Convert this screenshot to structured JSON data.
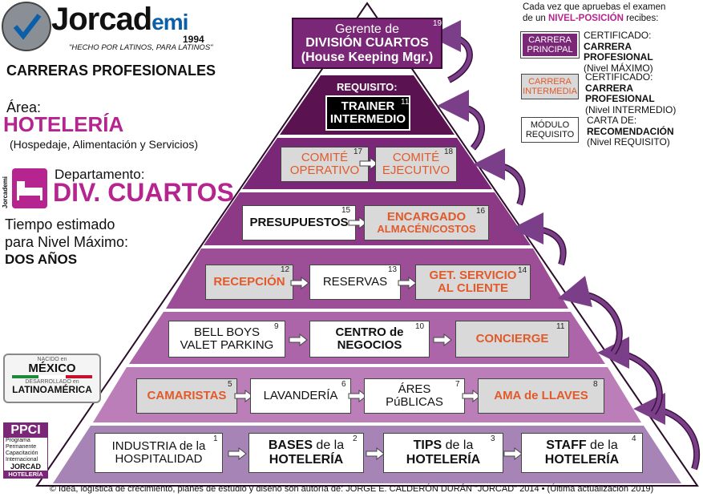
{
  "brand": {
    "name_main": "Jorcad",
    "name_suffix": "emi",
    "year": "1994",
    "slogan": "\"HECHO POR LATINOS, PARA LATINOS\""
  },
  "left": {
    "section_title": "CARRERAS PROFESIONALES",
    "area_label": "Área:",
    "area_value": "HOTELERÍA",
    "area_detail": "(Hospedaje, Alimentación y Servicios)",
    "dept_label": "Departamento:",
    "dept_value": "DIV. CUARTOS",
    "dept_icon_text": "Jorcademi",
    "time_line1": "Tiempo estimado",
    "time_line2": "para Nivel Máximo:",
    "time_value": "DOS AÑOS",
    "badge_top": "NACIDO en",
    "badge_country": "MÉXICO",
    "badge_mid": "DESARROLLADO en",
    "badge_region": "LATINOAMÉRICA",
    "ppci_title": "PPCI",
    "ppci_lines": [
      "Programa",
      "Permanente",
      "Capacitación",
      "Internacional"
    ],
    "ppci_jorcad": "JORCAD",
    "ppci_hotel": "HOTELERÍA"
  },
  "legend": {
    "intro_1": "Cada vez que apruebas el examen",
    "intro_2a": "de un ",
    "intro_2b": "NIVEL-POSICIÓN",
    "intro_2c": " recibes:",
    "items": [
      {
        "box_1": "CARRERA",
        "box_2": "PRINCIPAL",
        "line1": "CERTIFICADO:",
        "line2": "CARRERA PROFESIONAL",
        "line3": "(Nivel MÁXIMO)"
      },
      {
        "box_1": "CARRERA",
        "box_2": "INTERMEDIA",
        "line1": "CERTIFICADO:",
        "line2": "CARRERA PROFESIONAL",
        "line3": "(Nivel INTERMEDIO)"
      },
      {
        "box_1": "MÓDULO",
        "box_2": "REQUISITO",
        "line1": "CARTA DE:",
        "line2": "RECOMENDACIÓN",
        "line3": "(Nivel REQUISITO)"
      }
    ]
  },
  "pyramid": {
    "top": {
      "line1": "Gerente de",
      "line2": "DIVISIÓN CUARTOS",
      "line3": "(House Keeping Mgr.)",
      "num": "19"
    },
    "requisito_label": "REQUISITO:",
    "trainer": {
      "line1": "TRAINER",
      "line2": "INTERMEDIO",
      "num": "11"
    },
    "comite_op": {
      "line1": "COMITÉ",
      "line2": "OPERATIVO",
      "num": "17"
    },
    "comite_ej": {
      "line1": "COMITÉ",
      "line2": "EJECUTIVO",
      "num": "18"
    },
    "presupuestos": {
      "line1": "PRESUPUESTOS",
      "num": "15"
    },
    "encargado": {
      "line1": "ENCARGADO",
      "line2": "ALMACÉN/COSTOS",
      "num": "16"
    },
    "recepcion": {
      "line1": "RECEPCIÓN",
      "num": "12"
    },
    "reservas": {
      "line1": "RESERVAS",
      "num": "13"
    },
    "get_servicio": {
      "line1": "GET. SERVICIO",
      "line2": "AL CLIENTE",
      "num": "14"
    },
    "bell_boys": {
      "line1": "BELL BOYS",
      "line2": "VALET PARKING",
      "num": "9"
    },
    "centro": {
      "line1": "CENTRO de",
      "line2": "NEGOCIOS",
      "num": "10"
    },
    "concierge": {
      "line1": "CONCIERGE",
      "num": "11"
    },
    "camaristas": {
      "line1": "CAMARISTAS",
      "num": "5"
    },
    "lavanderia": {
      "line1": "LAVANDERÍA",
      "num": "6"
    },
    "areas": {
      "line1": "ÁRES",
      "line2": "PúBLICAS",
      "num": "7"
    },
    "ama": {
      "line1": "AMA de LLAVES",
      "num": "8"
    },
    "industria": {
      "line1": "INDUSTRIA de la",
      "line2": "HOSPITALIDAD",
      "num": "1"
    },
    "bases": {
      "line1a": "BASES",
      "line1b": " de la",
      "line2": "HOTELERÍA",
      "num": "2"
    },
    "tips": {
      "line1a": "TIPS",
      "line1b": " de la",
      "line2": "HOTELERÍA",
      "num": "3"
    },
    "staff": {
      "line1a": "STAFF",
      "line1b": " de la",
      "line2": "HOTELERÍA",
      "num": "4"
    }
  },
  "footer": "© Idea, logística de crecimiento, planes de estudio y diseño son autoría de: JORGE E. CALDERÓN DURÁN \"JORCAD\" 2014 • (Última actualización 2019)",
  "colors": {
    "magenta": "#b5248f",
    "dark_purple": "#5a1250",
    "orange": "#e2592a",
    "gray_box": "#d9d9d9"
  }
}
